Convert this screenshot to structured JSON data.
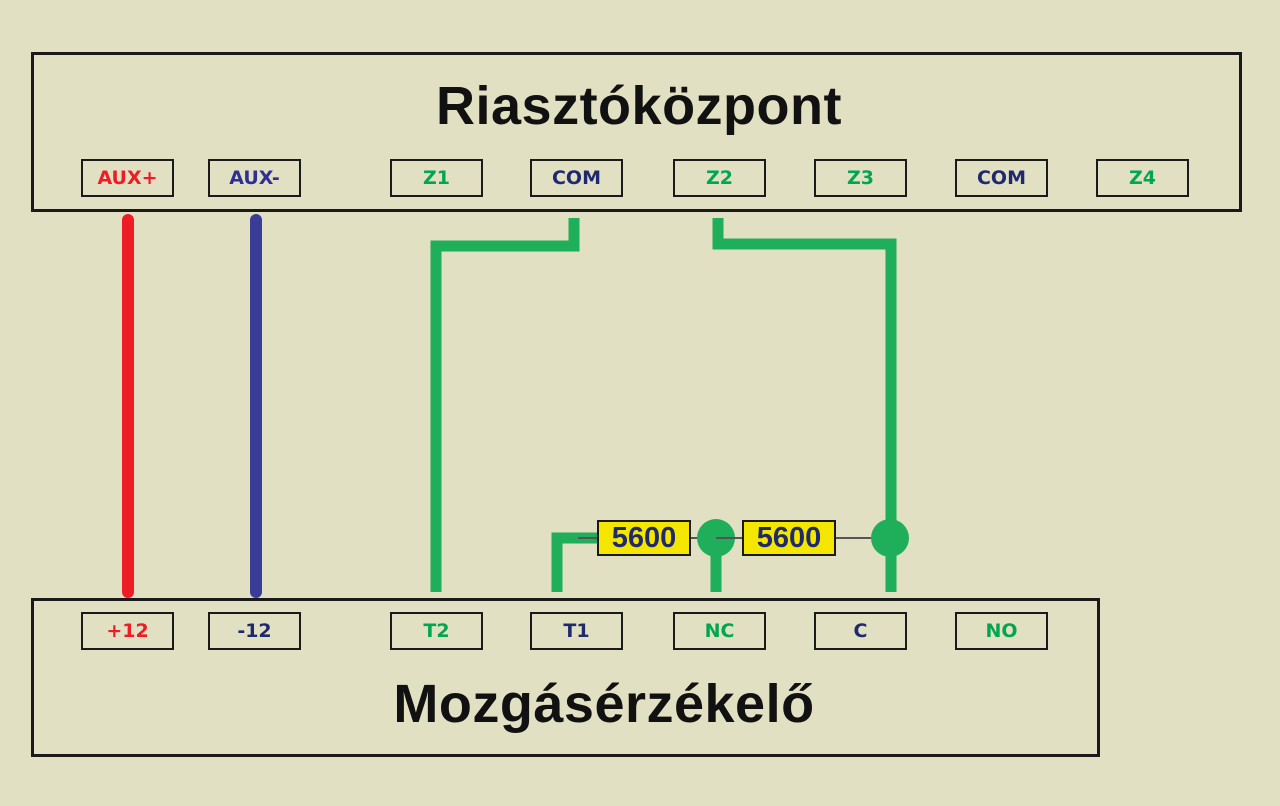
{
  "control_panel": {
    "title": "Riasztóközpont",
    "terminals": [
      {
        "label": "AUX+",
        "color": "#ee1c25"
      },
      {
        "label": "AUX-",
        "color": "#2e3192"
      },
      {
        "label": "Z1",
        "color": "#00a651"
      },
      {
        "label": "COM",
        "color": "#1f2a6e"
      },
      {
        "label": "Z2",
        "color": "#00a651"
      },
      {
        "label": "Z3",
        "color": "#00a651"
      },
      {
        "label": "COM",
        "color": "#1f2a6e"
      },
      {
        "label": "Z4",
        "color": "#00a651"
      }
    ]
  },
  "motion_sensor": {
    "title": "Mozgásérzékelő",
    "terminals": [
      {
        "label": "+12",
        "color": "#ee1c25"
      },
      {
        "label": "-12",
        "color": "#1f2a6e"
      },
      {
        "label": "T2",
        "color": "#00a651"
      },
      {
        "label": "T1",
        "color": "#1f2a6e"
      },
      {
        "label": "NC",
        "color": "#00a651"
      },
      {
        "label": "C",
        "color": "#1f2a6e"
      },
      {
        "label": "NO",
        "color": "#00a651"
      }
    ]
  },
  "resistors": [
    {
      "label": "5600"
    },
    {
      "label": "5600"
    }
  ],
  "wire_colors": {
    "positive": "#ee1c25",
    "negative": "#3a3d96",
    "signal": "#1fae5a"
  }
}
